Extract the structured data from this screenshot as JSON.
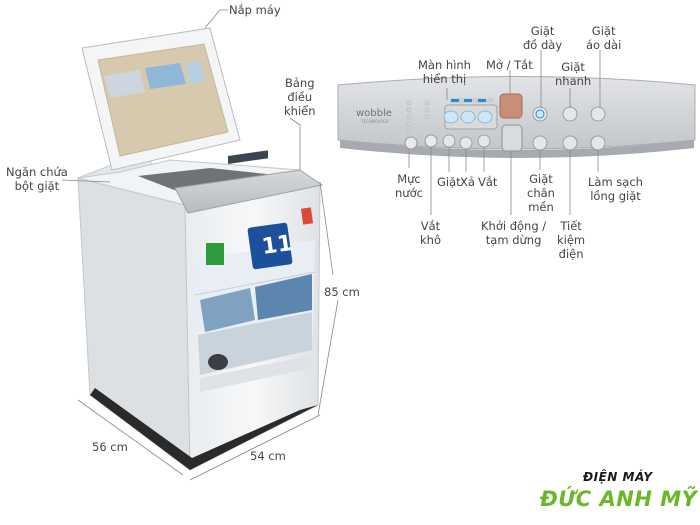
{
  "labels": {
    "lid": "Nắp máy",
    "control_panel": "Bảng\nđiều\nkhiển",
    "detergent_drawer": "Ngăn chứa\nbột giặt",
    "height": "85 cm",
    "depth": "56 cm",
    "width": "54 cm",
    "display": "Màn hình\nhiển thị",
    "power": "Mở / Tắt",
    "thick_wash": "Giặt\nđồ dày",
    "dress_wash": "Giặt\náo dài",
    "quick_wash": "Giặt\nnhanh",
    "water_level": "Mực\nnước",
    "wash": "Giặt",
    "rinse": "Xả",
    "spin": "Vắt",
    "blanket_wash": "Giặt\nchăn\nmền",
    "tub_clean": "Làm sạch\nlồng giặt",
    "dry_spin": "Vắt\nkhô",
    "start_pause": "Khởi động /\ntạm dừng",
    "eco_save": "Tiết\nkiệm\nđiện"
  },
  "panel_text": {
    "brand": "wobble",
    "brand_sub": "TECHNOLOGY"
  },
  "store": {
    "line1": "ĐIỆN MÁY",
    "line2": "ĐỨC ANH MỸ"
  },
  "colors": {
    "store_green": "#6ab82a",
    "panel_grey": "#c9ccd0",
    "button_blue": "#1f8fd0"
  }
}
